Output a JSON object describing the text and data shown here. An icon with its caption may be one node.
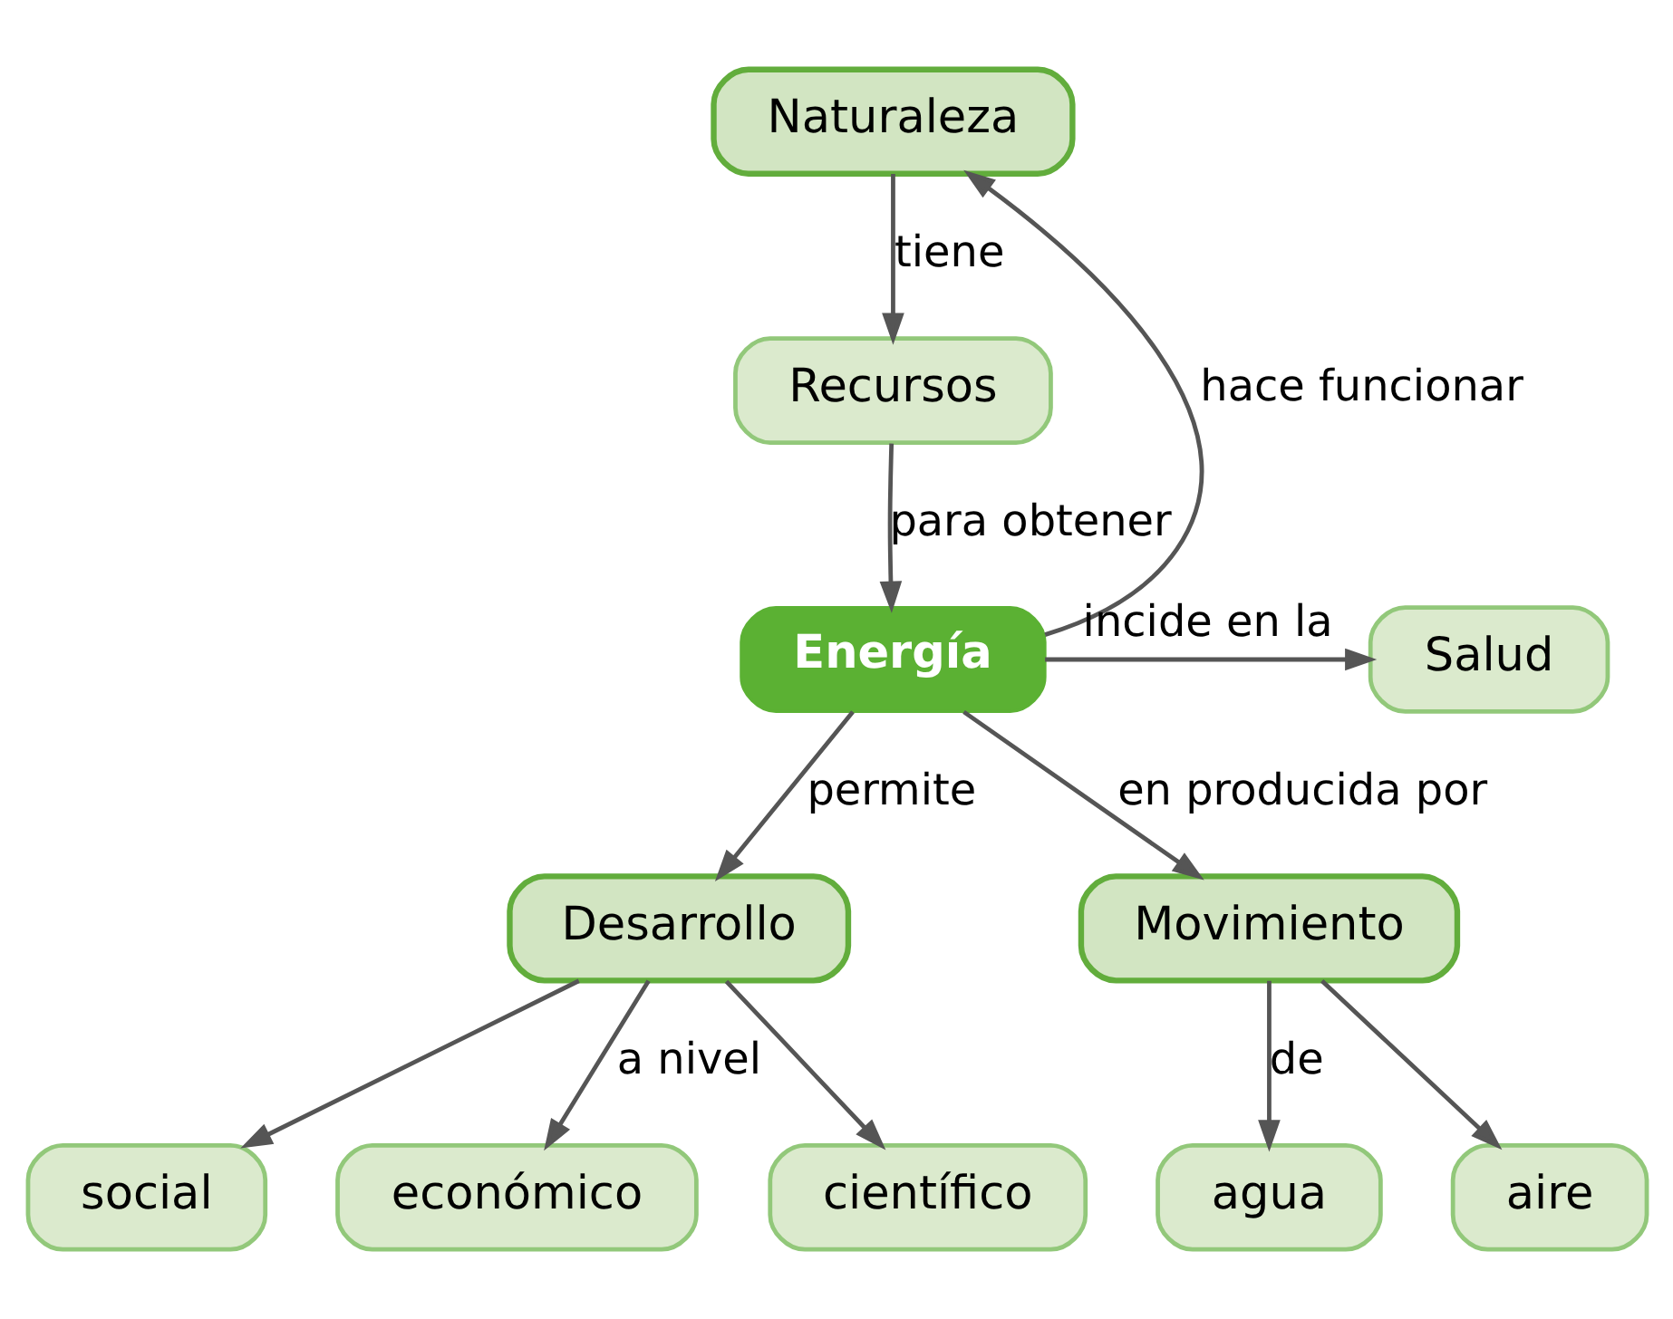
{
  "diagram": {
    "nodes": [
      {
        "text": [
          "Naturaleza"
        ]
      },
      {
        "text": [
          "Recursos"
        ]
      },
      {
        "text": [
          "Energía"
        ]
      },
      {
        "text": [
          "Salud"
        ]
      },
      {
        "text": [
          "Desarrollo"
        ]
      },
      {
        "text": [
          "Movimiento"
        ]
      },
      {
        "text": [
          "social"
        ]
      },
      {
        "text": [
          "económico"
        ]
      },
      {
        "text": [
          "científico"
        ]
      },
      {
        "text": [
          "agua"
        ]
      },
      {
        "text": [
          "aire"
        ]
      }
    ],
    "edges": [
      {
        "from": 0,
        "to": 1,
        "arrow": "to",
        "label": "tiene"
      },
      {
        "from": 1,
        "to": 2,
        "arrow": "to",
        "label": "para obtener"
      },
      {
        "from": 2,
        "to": 0,
        "arrow": "to",
        "label": "hace funcionar"
      },
      {
        "from": 2,
        "to": 3,
        "arrow": "to",
        "label": "incide en la"
      },
      {
        "from": 2,
        "to": 4,
        "arrow": "to",
        "label": "permite"
      },
      {
        "from": 2,
        "to": 5,
        "arrow": "to",
        "label": "en producida por"
      },
      {
        "from": 4,
        "to": 6,
        "arrow": "to"
      },
      {
        "from": 4,
        "to": 7,
        "arrow": "to",
        "label": "a nivel"
      },
      {
        "from": 4,
        "to": 8,
        "arrow": "to"
      },
      {
        "from": 5,
        "to": 9,
        "arrow": "to",
        "label": "de"
      },
      {
        "from": 5,
        "to": 10,
        "arrow": "to"
      }
    ]
  }
}
